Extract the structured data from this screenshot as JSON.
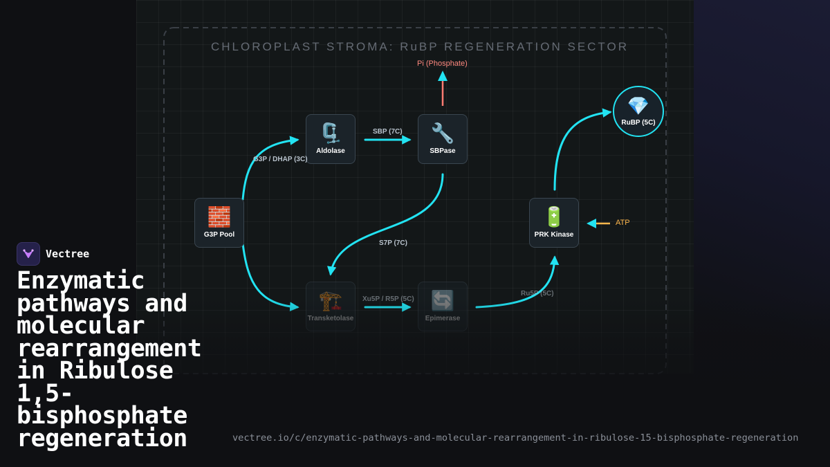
{
  "diagram": {
    "title": "CHLOROPLAST STROMA: RuBP REGENERATION SECTOR",
    "nodes": {
      "g3p_pool": {
        "label": "G3P Pool",
        "icon": "brick-icon",
        "glyph": "🧱"
      },
      "aldolase": {
        "label": "Aldolase",
        "icon": "clamp-icon",
        "glyph": "🗜️"
      },
      "sbpase": {
        "label": "SBPase",
        "icon": "wrench-icon",
        "glyph": "🔧"
      },
      "transketolase": {
        "label": "Transketolase",
        "icon": "crane-icon",
        "glyph": "🏗️"
      },
      "epimerase": {
        "label": "Epimerase",
        "icon": "cycle-arrows-icon",
        "glyph": "🔄"
      },
      "prk_kinase": {
        "label": "PRK Kinase",
        "icon": "battery-icon",
        "glyph": "🔋"
      },
      "rubp": {
        "label": "RuBP (5C)",
        "icon": "gem-icon",
        "glyph": "💎"
      }
    },
    "edges": {
      "g3p_dhap": "G3P / DHAP (3C)",
      "sbp": "SBP (7C)",
      "s7p": "S7P (7C)",
      "xu5p_r5p": "Xu5P / R5P (5C)",
      "ru5p": "Ru5P (5C)"
    },
    "inputs": {
      "pi": "Pi (Phosphate)",
      "atp": "ATP"
    },
    "colors": {
      "flow": "#22e3f2",
      "phosphate": "#ff7b72",
      "atp": "#ffb74d"
    }
  },
  "brand": {
    "name": "Vectree",
    "logo_icon": "vectree-logo-icon"
  },
  "headline": "Enzymatic pathways and molecular rearrangement in Ribulose 1,5-bisphosphate regeneration",
  "url": "vectree.io/c/enzymatic-pathways-and-molecular-rearrangement-in-ribulose-15-bisphosphate-regeneration"
}
